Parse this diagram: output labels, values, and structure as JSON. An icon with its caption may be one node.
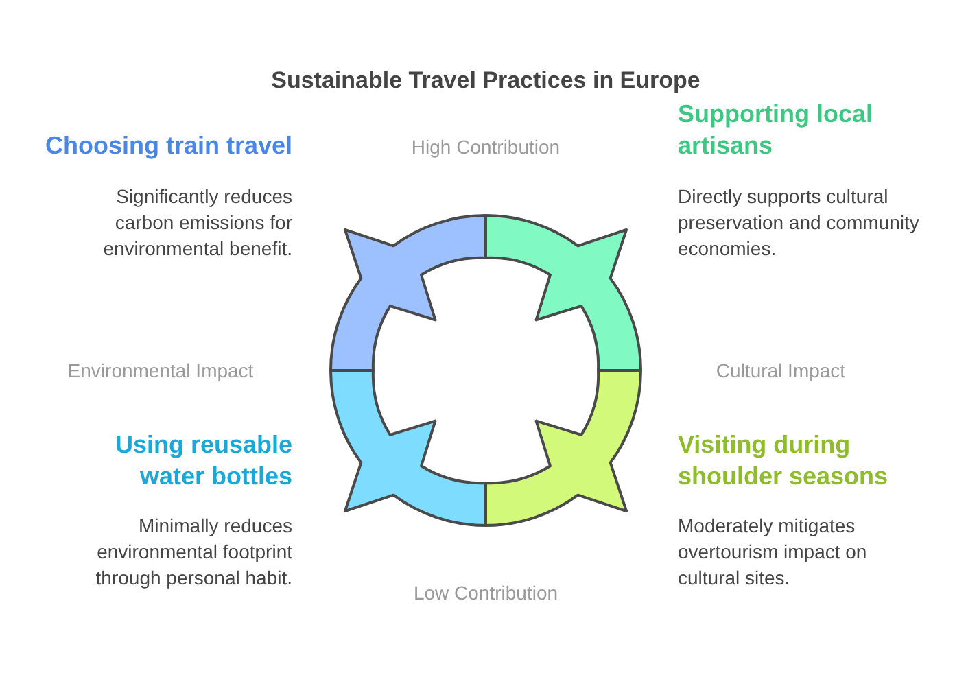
{
  "diagram": {
    "title": "Sustainable Travel Practices in Europe",
    "labels": [
      "Choosing train travel",
      "High Contribution",
      "Supporting local artisans",
      "Significantly reduces carbon emissions for environmental benefit.",
      "Directly supports cultural preservation and community economies.",
      "Environmental Impact",
      "Cultural Impact",
      "Using reusable water bottles",
      "Visiting during shoulder seasons",
      "Minimally reduces environmental footprint through personal habit.",
      "Moderately mitigates overtourism impact on cultural sites.",
      "Low Contribution"
    ]
  }
}
